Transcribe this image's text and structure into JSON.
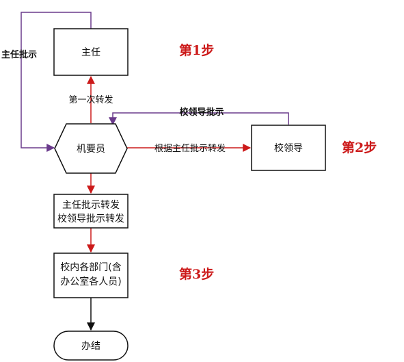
{
  "colors": {
    "red_edge": "#cc1a1a",
    "purple_edge": "#6a3a8c",
    "black_edge": "#111111",
    "step_text": "#cc1a1a"
  },
  "nodes": {
    "director": "主任",
    "clerk": "机要员",
    "school_leader": "校领导",
    "forward_box": [
      "主任批示转发",
      "校领导批示转发"
    ],
    "departments_box": [
      "校内各部门(含",
      "办公室各人员)"
    ],
    "end": "办结"
  },
  "edges": {
    "first_forward": "第一次转发",
    "forward_by_director": "根据主任批示转发",
    "director_instruction": "主任批示",
    "leader_instruction": "校领导批示"
  },
  "steps": {
    "step1": "第1步",
    "step2": "第2步",
    "step3": "第3步"
  }
}
